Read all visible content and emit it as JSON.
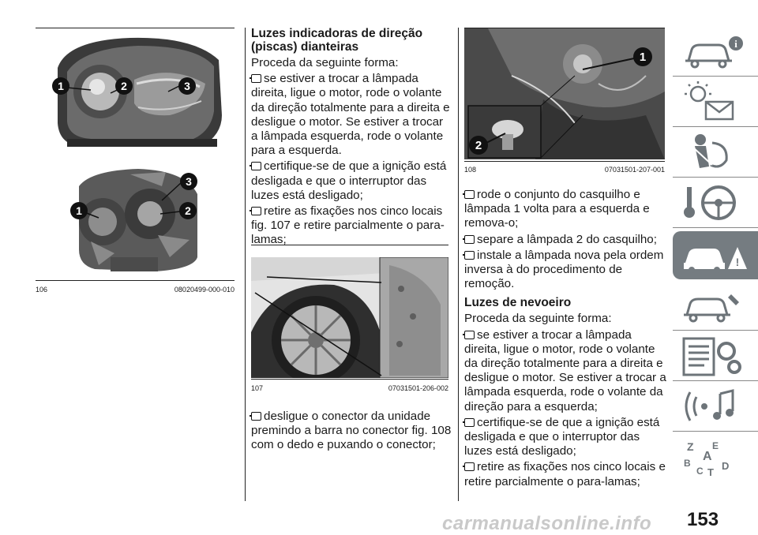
{
  "figures": {
    "fig106": {
      "number": "106",
      "code": "08020499-000-010",
      "callouts_top": [
        "1",
        "2",
        "3"
      ],
      "callouts_bottom": [
        "3",
        "1",
        "2"
      ]
    },
    "fig107": {
      "number": "107",
      "code": "07031501-206-002"
    },
    "fig108": {
      "number": "108",
      "code": "07031501-207-001",
      "callouts": [
        "1",
        "2"
      ]
    }
  },
  "middle": {
    "heading": "Luzes indicadoras de direção (piscas) dianteiras",
    "intro": "Proceda da seguinte forma:",
    "items": [
      "se estiver a trocar a lâmpada direita, ligue o motor, rode o volante da direção totalmente para a direita e desligue o motor. Se estiver a trocar a lâmpada esquerda, rode o volante para a esquerda.",
      "certifique-se de que a ignição está desligada e que o interruptor das luzes está desligado;",
      "retire as fixações nos cinco locais fig. 107 e retire parcialmente o para-lamas;"
    ],
    "after_items": [
      "desligue o conector da unidade premindo a barra no conector fig. 108 com o dedo e puxando o conector;"
    ]
  },
  "right": {
    "items_top": [
      "rode o conjunto do casquilho e lâmpada 1 volta para a esquerda e remova-o;",
      "separe a lâmpada 2 do casquilho;",
      "instale a lâmpada nova pela ordem inversa à do procedimento de remoção."
    ],
    "heading": "Luzes de nevoeiro",
    "intro": "Proceda da seguinte forma:",
    "items": [
      "se estiver a trocar a lâmpada direita, ligue o motor, rode o volante da direção totalmente para a direita e desligue o motor. Se estiver a trocar a lâmpada esquerda, rode o volante da direção para a esquerda;",
      "certifique-se de que a ignição está desligada e que o interruptor das luzes está desligado;",
      "retire as fixações nos cinco locais e retire parcialmente o para-lamas;"
    ]
  },
  "sidebar": {
    "tabs": [
      {
        "icon": "car-info-icon",
        "active": false
      },
      {
        "icon": "warning-lights-icon",
        "active": false
      },
      {
        "icon": "safety-airbag-icon",
        "active": false
      },
      {
        "icon": "steering-key-icon",
        "active": false
      },
      {
        "icon": "emergency-breakdown-icon",
        "active": true
      },
      {
        "icon": "car-maintenance-icon",
        "active": false
      },
      {
        "icon": "technical-data-icon",
        "active": false
      },
      {
        "icon": "multimedia-icon",
        "active": false
      },
      {
        "icon": "alphabetical-index-icon",
        "active": false
      }
    ]
  },
  "page_number": "153",
  "watermark": "carmanualsonline.info"
}
